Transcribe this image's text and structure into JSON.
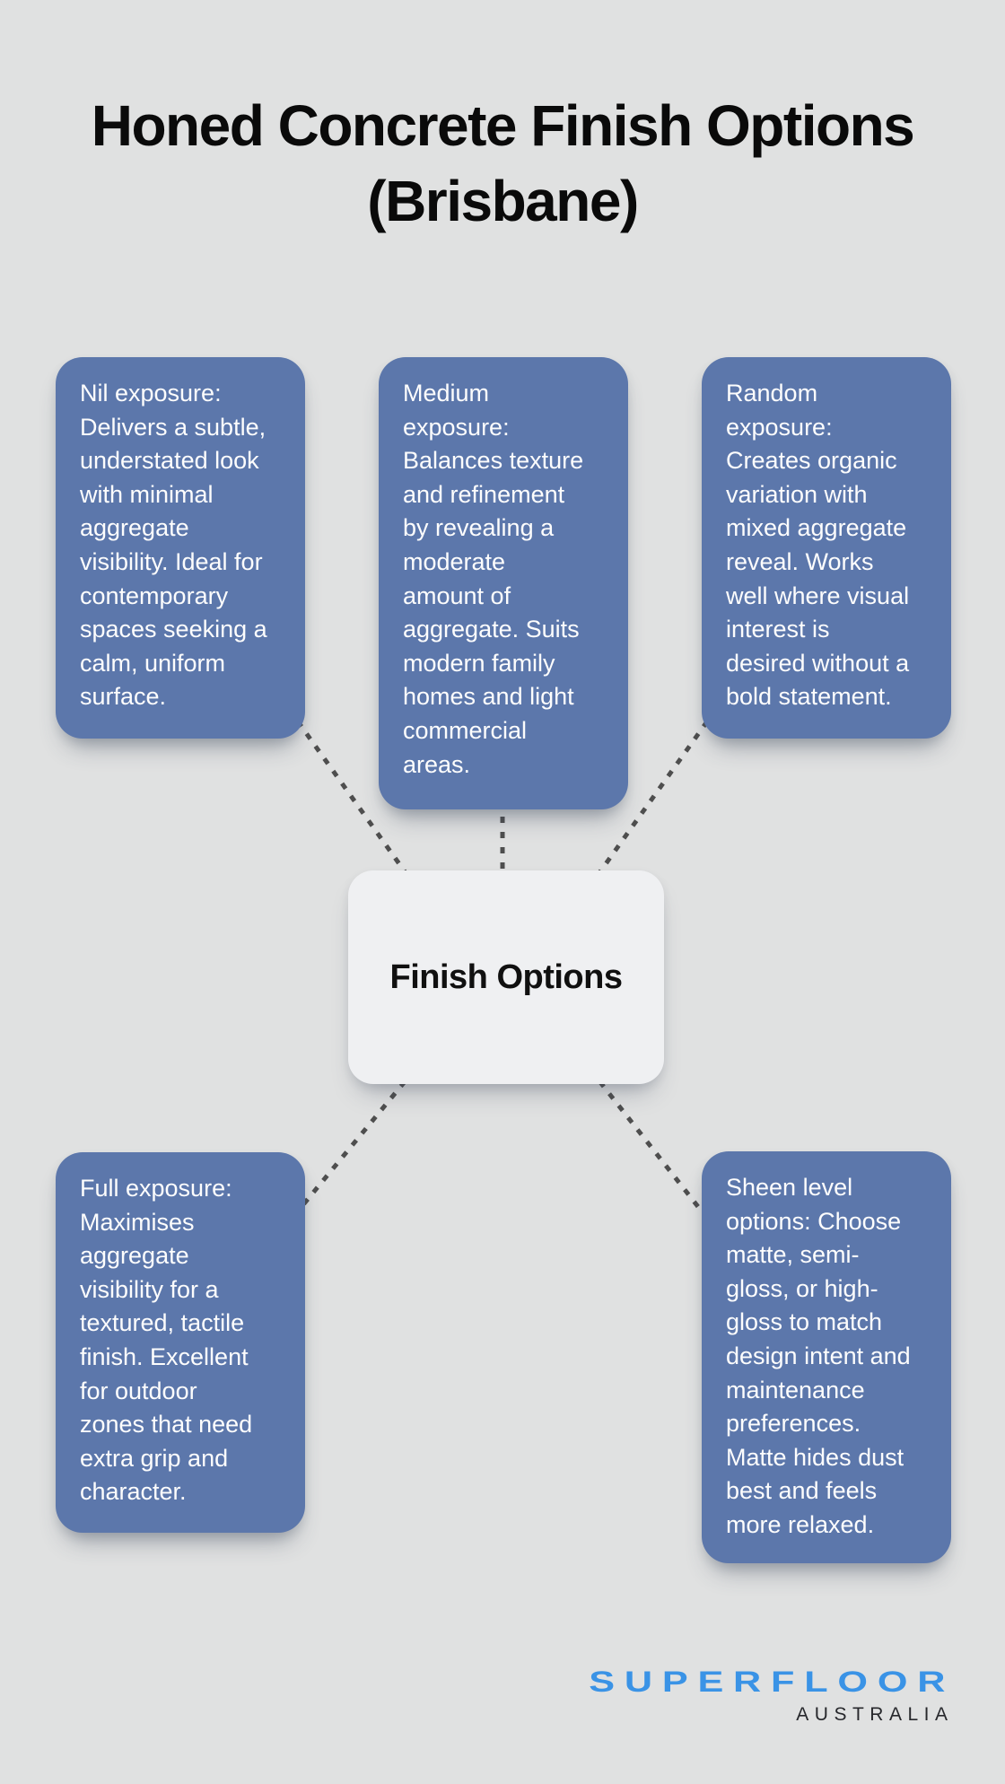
{
  "title": "Honed Concrete Finish Options (Brisbane)",
  "center_node": {
    "label": "Finish Options"
  },
  "branches": [
    {
      "id": "nil-exposure",
      "text": "Nil exposure:\nDelivers a subtle,\nunderstated look\nwith minimal\naggregate\nvisibility. Ideal for\ncontemporary\nspaces seeking a\ncalm, uniform\nsurface."
    },
    {
      "id": "medium-exposure",
      "text": "Medium\nexposure:\nBalances texture\nand refinement\nby revealing a\nmoderate\namount of\naggregate. Suits\nmodern family\nhomes and light\ncommercial\nareas."
    },
    {
      "id": "random-exposure",
      "text": "Random\nexposure:\nCreates organic\nvariation with\nmixed aggregate\nreveal. Works\nwell where visual\ninterest is\ndesired without a\nbold statement."
    },
    {
      "id": "full-exposure",
      "text": "Full exposure:\nMaximises\naggregate\nvisibility for a\ntextured, tactile\nfinish. Excellent\nfor outdoor\nzones that need\nextra grip and\ncharacter."
    },
    {
      "id": "sheen-level-options",
      "text": "Sheen level\noptions: Choose\nmatte, semi-\ngloss, or high-\ngloss to match\ndesign intent and\nmaintenance\npreferences.\nMatte hides dust\nbest and feels\nmore relaxed."
    }
  ],
  "logo": {
    "brand": "SUPERFLOOR",
    "region": "AUSTRALIA"
  },
  "colors": {
    "background": "#E0E1E1",
    "branch_fill": "#5C77AB",
    "branch_text": "#FDFDFD",
    "center_fill": "#EFF0F2",
    "center_text": "#101010",
    "connector": "#4E4E4E",
    "title_text": "#0A0A0A",
    "brand_blue": "#3A93E6",
    "region_text": "#27282C"
  }
}
